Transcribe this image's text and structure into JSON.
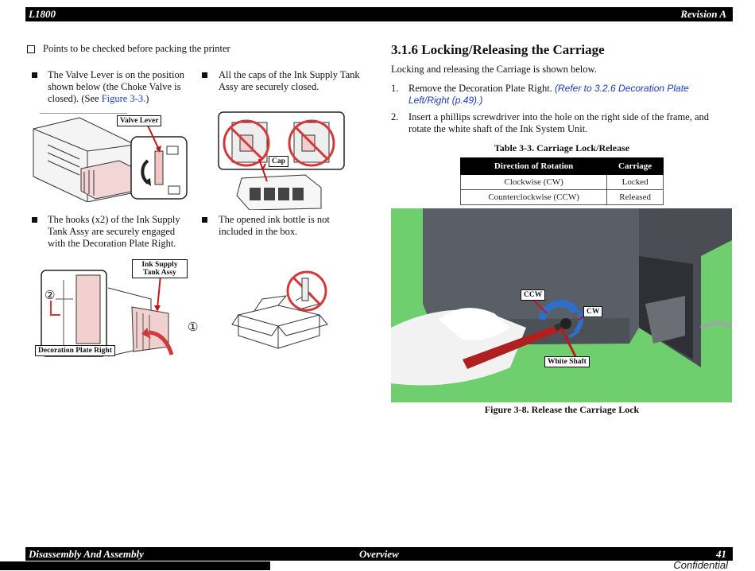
{
  "header": {
    "left": "L1800",
    "right": "Revision A"
  },
  "footer": {
    "left": "Disassembly And Assembly",
    "center": "Overview",
    "right": "41",
    "confidential": "Confidential"
  },
  "left": {
    "checklist_title": "Points to be checked before packing the printer",
    "items": [
      {
        "text_a": "The Valve Lever is on the position shown below (the Choke Valve is closed). (See ",
        "link": "Figure 3-3.",
        "text_b": ")"
      },
      {
        "text": "All the caps of the Ink Supply Tank Assy are securely closed."
      },
      {
        "text": "The hooks (x2) of the Ink Supply Tank Assy are securely engaged with the Decoration Plate Right."
      },
      {
        "text": "The opened ink bottle is not included in the box."
      }
    ],
    "callouts": {
      "valve_lever": "Valve Lever",
      "cap": "Cap",
      "ink_supply_tank": "Ink Supply Tank Assy",
      "decoration_plate": "Decoration Plate Right",
      "num1": "①",
      "num2": "②"
    }
  },
  "right": {
    "section_title": "3.1.6  Locking/Releasing the Carriage",
    "intro": "Locking and releasing the Carriage is shown below.",
    "steps": [
      {
        "num": "1.",
        "text": "Remove the Decoration Plate Right. ",
        "link": "(Refer to 3.2.6 Decoration Plate Left/Right (p.49).)"
      },
      {
        "num": "2.",
        "text": "Insert a phillips screwdriver into the hole on the right side of the frame, and rotate the white shaft of the Ink System Unit."
      }
    ],
    "table": {
      "caption": "Table 3-3. Carriage Lock/Release",
      "headers": [
        "Direction of Rotation",
        "Carriage"
      ],
      "rows": [
        [
          "Clockwise (CW)",
          "Locked"
        ],
        [
          "Counterclockwise (CCW)",
          "Released"
        ]
      ]
    },
    "photo_labels": {
      "ccw": "CCW",
      "cw": "CW",
      "white_shaft": "White Shaft"
    },
    "figure_caption": "Figure 3-8. Release the Carriage Lock"
  },
  "colors": {
    "photo_bg": "#6fcf6f",
    "printer": "#5a5e66",
    "link": "#1b3bbf",
    "ink_red": "#d23a3a",
    "callout_arrow": "#c01818"
  }
}
